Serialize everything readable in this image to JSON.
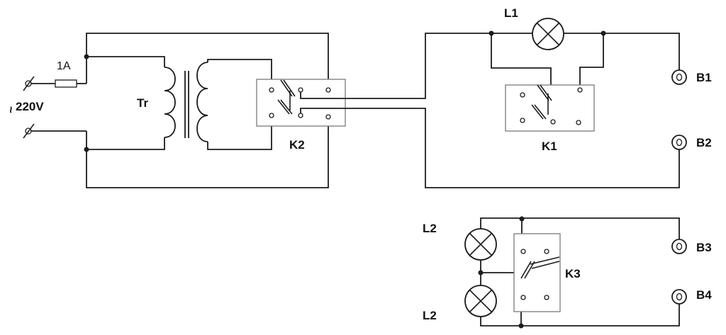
{
  "labels": {
    "fuse": "1A",
    "supply_symbol": "~",
    "supply_voltage": "220V",
    "transformer": "Tr",
    "relay_k2": "K2",
    "lamp_l1": "L1",
    "relay_k1": "K1",
    "socket_b1": "B1",
    "socket_b2": "B2",
    "lamp_l2_top": "L2",
    "lamp_l2_bottom": "L2",
    "relay_k3": "K3",
    "socket_b3": "B3",
    "socket_b4": "B4"
  },
  "colors": {
    "line": "#1c1c1c",
    "relay_box_border": "#7a7a7a",
    "background": "#ffffff"
  }
}
